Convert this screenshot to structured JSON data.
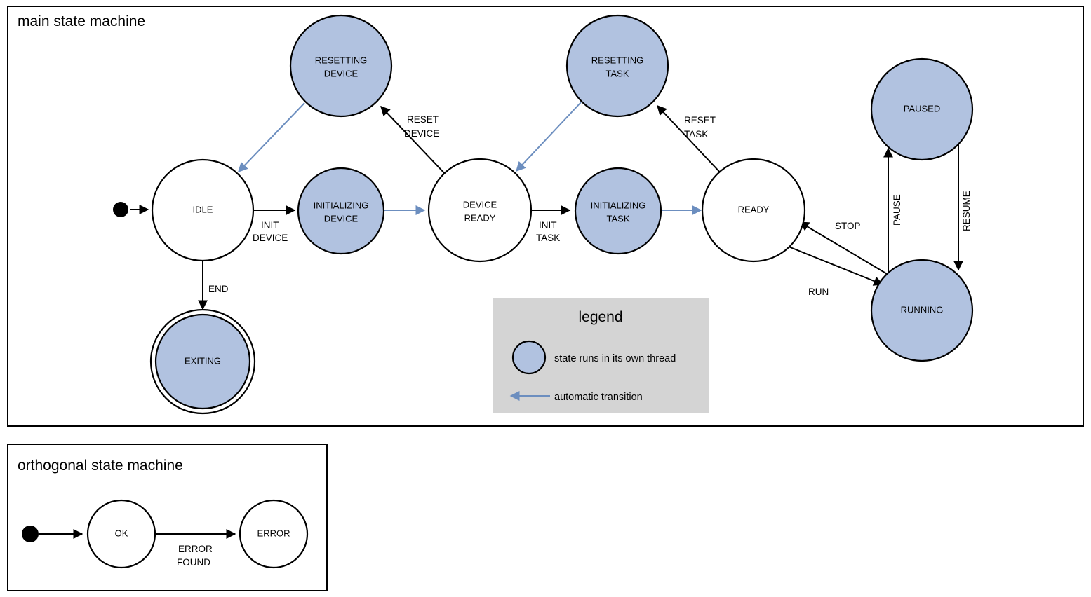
{
  "colors": {
    "thread_state_fill": "#b1c2e0",
    "auto_transition": "#6c8ebf",
    "legend_background": "#d4d4d4",
    "stroke": "#000000",
    "plain_state_fill": "#ffffff"
  },
  "main": {
    "title": "main state machine",
    "states": [
      {
        "id": "idle",
        "label_lines": [
          "IDLE"
        ],
        "thread": false,
        "final": false
      },
      {
        "id": "initializing-device",
        "label_lines": [
          "INITIALIZING",
          "DEVICE"
        ],
        "thread": true,
        "final": false
      },
      {
        "id": "resetting-device",
        "label_lines": [
          "RESETTING",
          "DEVICE"
        ],
        "thread": true,
        "final": false
      },
      {
        "id": "device-ready",
        "label_lines": [
          "DEVICE",
          "READY"
        ],
        "thread": false,
        "final": false
      },
      {
        "id": "initializing-task",
        "label_lines": [
          "INITIALIZING",
          "TASK"
        ],
        "thread": true,
        "final": false
      },
      {
        "id": "resetting-task",
        "label_lines": [
          "RESETTING",
          "TASK"
        ],
        "thread": true,
        "final": false
      },
      {
        "id": "ready",
        "label_lines": [
          "READY"
        ],
        "thread": false,
        "final": false
      },
      {
        "id": "running",
        "label_lines": [
          "RUNNING"
        ],
        "thread": true,
        "final": false
      },
      {
        "id": "paused",
        "label_lines": [
          "PAUSED"
        ],
        "thread": true,
        "final": false
      },
      {
        "id": "exiting",
        "label_lines": [
          "EXITING"
        ],
        "thread": true,
        "final": true
      }
    ],
    "transitions": [
      {
        "id": "start-idle",
        "from": "start",
        "to": "idle",
        "label_lines": [],
        "auto": false
      },
      {
        "id": "idle-init-device",
        "from": "idle",
        "to": "initializing-device",
        "label_lines": [
          "INIT",
          "DEVICE"
        ],
        "auto": false
      },
      {
        "id": "init-device-ready",
        "from": "initializing-device",
        "to": "device-ready",
        "label_lines": [],
        "auto": true
      },
      {
        "id": "idle-exiting",
        "from": "idle",
        "to": "exiting",
        "label_lines": [
          "END"
        ],
        "auto": false
      },
      {
        "id": "device-ready-reset",
        "from": "device-ready",
        "to": "resetting-device",
        "label_lines": [
          "RESET",
          "DEVICE"
        ],
        "auto": false
      },
      {
        "id": "reset-device-idle",
        "from": "resetting-device",
        "to": "idle",
        "label_lines": [],
        "auto": true
      },
      {
        "id": "device-ready-init-task",
        "from": "device-ready",
        "to": "initializing-task",
        "label_lines": [
          "INIT",
          "TASK"
        ],
        "auto": false
      },
      {
        "id": "init-task-ready",
        "from": "initializing-task",
        "to": "ready",
        "label_lines": [],
        "auto": true
      },
      {
        "id": "ready-reset-task",
        "from": "ready",
        "to": "resetting-task",
        "label_lines": [
          "RESET",
          "TASK"
        ],
        "auto": false
      },
      {
        "id": "reset-task-device-ready",
        "from": "resetting-task",
        "to": "device-ready",
        "label_lines": [],
        "auto": true
      },
      {
        "id": "ready-running",
        "from": "ready",
        "to": "running",
        "label_lines": [
          "RUN"
        ],
        "auto": false
      },
      {
        "id": "running-ready",
        "from": "running",
        "to": "ready",
        "label_lines": [
          "STOP"
        ],
        "auto": false
      },
      {
        "id": "running-paused",
        "from": "running",
        "to": "paused",
        "label_lines": [
          "PAUSE"
        ],
        "auto": false
      },
      {
        "id": "paused-running",
        "from": "paused",
        "to": "running",
        "label_lines": [
          "RESUME"
        ],
        "auto": false
      }
    ],
    "labels": {
      "init_device_1": "INIT",
      "init_device_2": "DEVICE",
      "end": "END",
      "reset_device_1": "RESET",
      "reset_device_2": "DEVICE",
      "init_task_1": "INIT",
      "init_task_2": "TASK",
      "reset_task_1": "RESET",
      "reset_task_2": "TASK",
      "run": "RUN",
      "stop": "STOP",
      "pause": "PAUSE",
      "resume": "RESUME"
    },
    "state_labels": {
      "idle": "IDLE",
      "initializing_device_1": "INITIALIZING",
      "initializing_device_2": "DEVICE",
      "resetting_device_1": "RESETTING",
      "resetting_device_2": "DEVICE",
      "device_ready_1": "DEVICE",
      "device_ready_2": "READY",
      "initializing_task_1": "INITIALIZING",
      "initializing_task_2": "TASK",
      "resetting_task_1": "RESETTING",
      "resetting_task_2": "TASK",
      "ready": "READY",
      "running": "RUNNING",
      "paused": "PAUSED",
      "exiting": "EXITING"
    }
  },
  "legend": {
    "title": "legend",
    "items": [
      {
        "id": "thread-state",
        "symbol": "filled-circle",
        "text": "state runs in its own thread"
      },
      {
        "id": "automatic-transition",
        "symbol": "blue-left-arrow",
        "text": "automatic transition"
      }
    ],
    "item_thread_text": "state runs in its own thread",
    "item_auto_text": "automatic transition"
  },
  "orthogonal": {
    "title": "orthogonal state machine",
    "states": [
      {
        "id": "ok",
        "label": "OK"
      },
      {
        "id": "error",
        "label": "ERROR"
      }
    ],
    "state_labels": {
      "ok": "OK",
      "error": "ERROR"
    },
    "transitions": [
      {
        "id": "start-ok",
        "from": "start",
        "to": "ok",
        "label_lines": []
      },
      {
        "id": "ok-error",
        "from": "ok",
        "to": "error",
        "label_lines": [
          "ERROR",
          "FOUND"
        ]
      }
    ],
    "labels": {
      "error_found_1": "ERROR",
      "error_found_2": "FOUND"
    }
  }
}
